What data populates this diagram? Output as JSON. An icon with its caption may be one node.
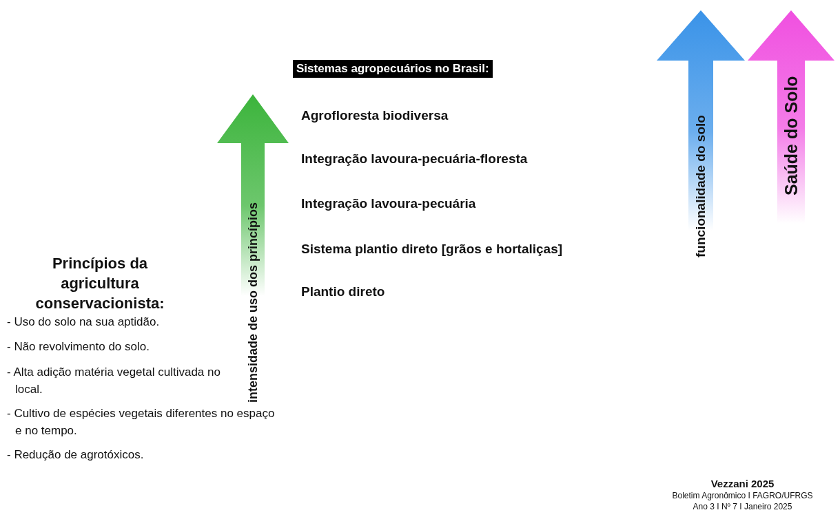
{
  "diagram": {
    "labels": [
      "funcionalidade do solo",
      "Saúde do Solo",
      "Sistemas agropecuários no Brasil:",
      "intensidade de uso dos princípios",
      "Agrofloresta biodiversa",
      "Integração lavoura-pecuária-floresta",
      "Integração lavoura-pecuária",
      "Sistema plantio direto [grãos e hortaliças]",
      "Plantio direto",
      "Princípios da agricultura conservacionista:",
      "- Uso do solo na sua aptidão.",
      "- Não revolvimento do solo.",
      "- Alta adição matéria vegetal cultivada no local.",
      "- Cultivo de espécies vegetais diferentes no espaço e no tempo.",
      "- Redução de agrotóxicos.",
      "Vezzani 2025",
      "Boletim Agronômico I FAGRO/UFRGS",
      "Ano 3 I Nº 7 I Janeiro 2025"
    ]
  }
}
